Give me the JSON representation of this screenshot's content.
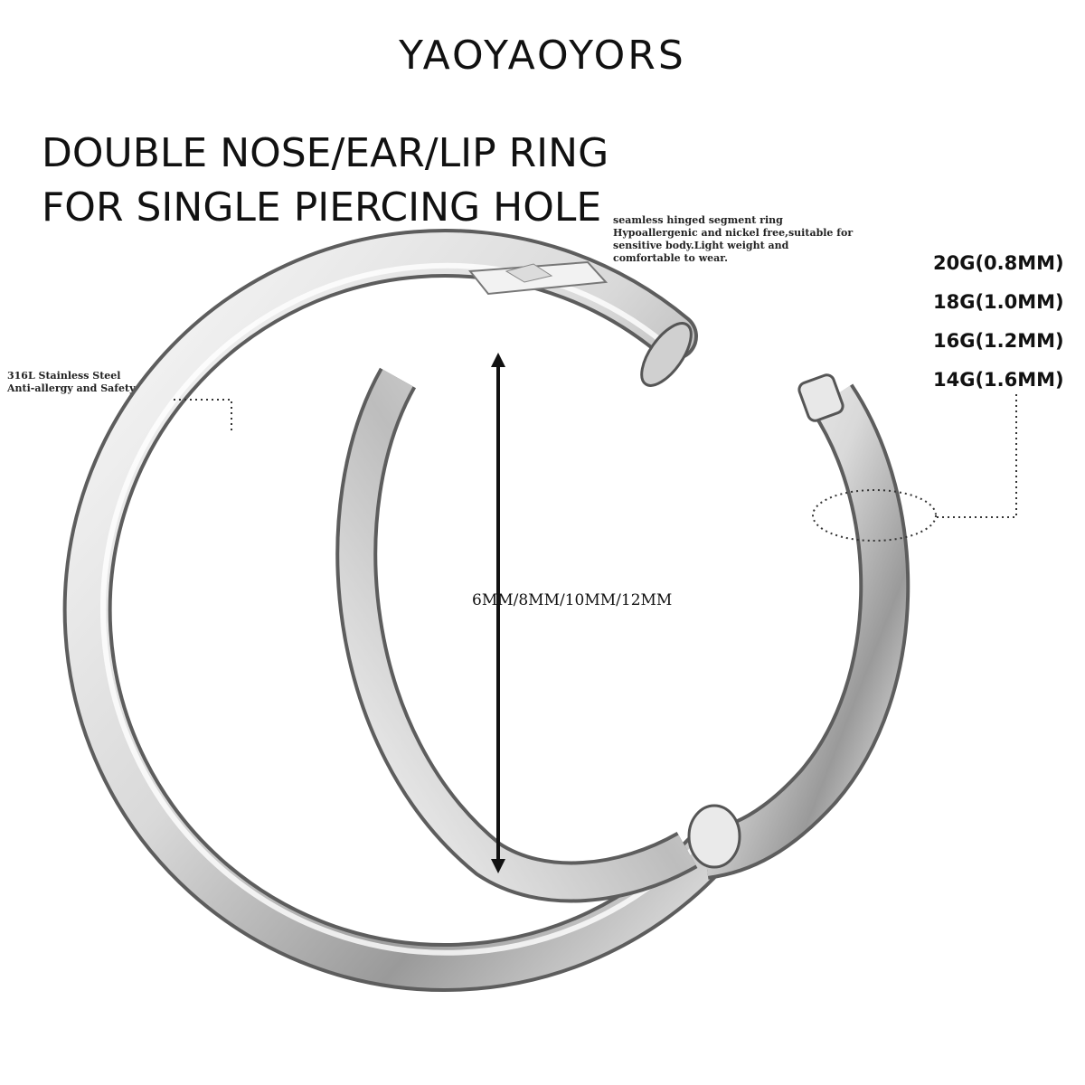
{
  "brand": "YAOYAOYORS",
  "headline": {
    "line1": "DOUBLE NOSE/EAR/LIP RING",
    "line2": "FOR SINGLE PIERCING HOLE"
  },
  "features_note": [
    "seamless hinged segment ring",
    "Hypoallergenic and nickel free,suitable for",
    "sensitive body.Light weight and",
    "comfortable to wear."
  ],
  "material_note": [
    "316L Stainless Steel",
    "Anti-allergy and Safety"
  ],
  "gauges": [
    "20G(0.8MM)",
    "18G(1.0MM)",
    "16G(1.2MM)",
    "14G(1.6MM)"
  ],
  "diameter_label": "6MM/8MM/10MM/12MM",
  "colors": {
    "metal_light": "#f4f4f4",
    "metal_mid": "#c8c8c8",
    "metal_dark": "#6f6f6f",
    "line": "#111111"
  }
}
